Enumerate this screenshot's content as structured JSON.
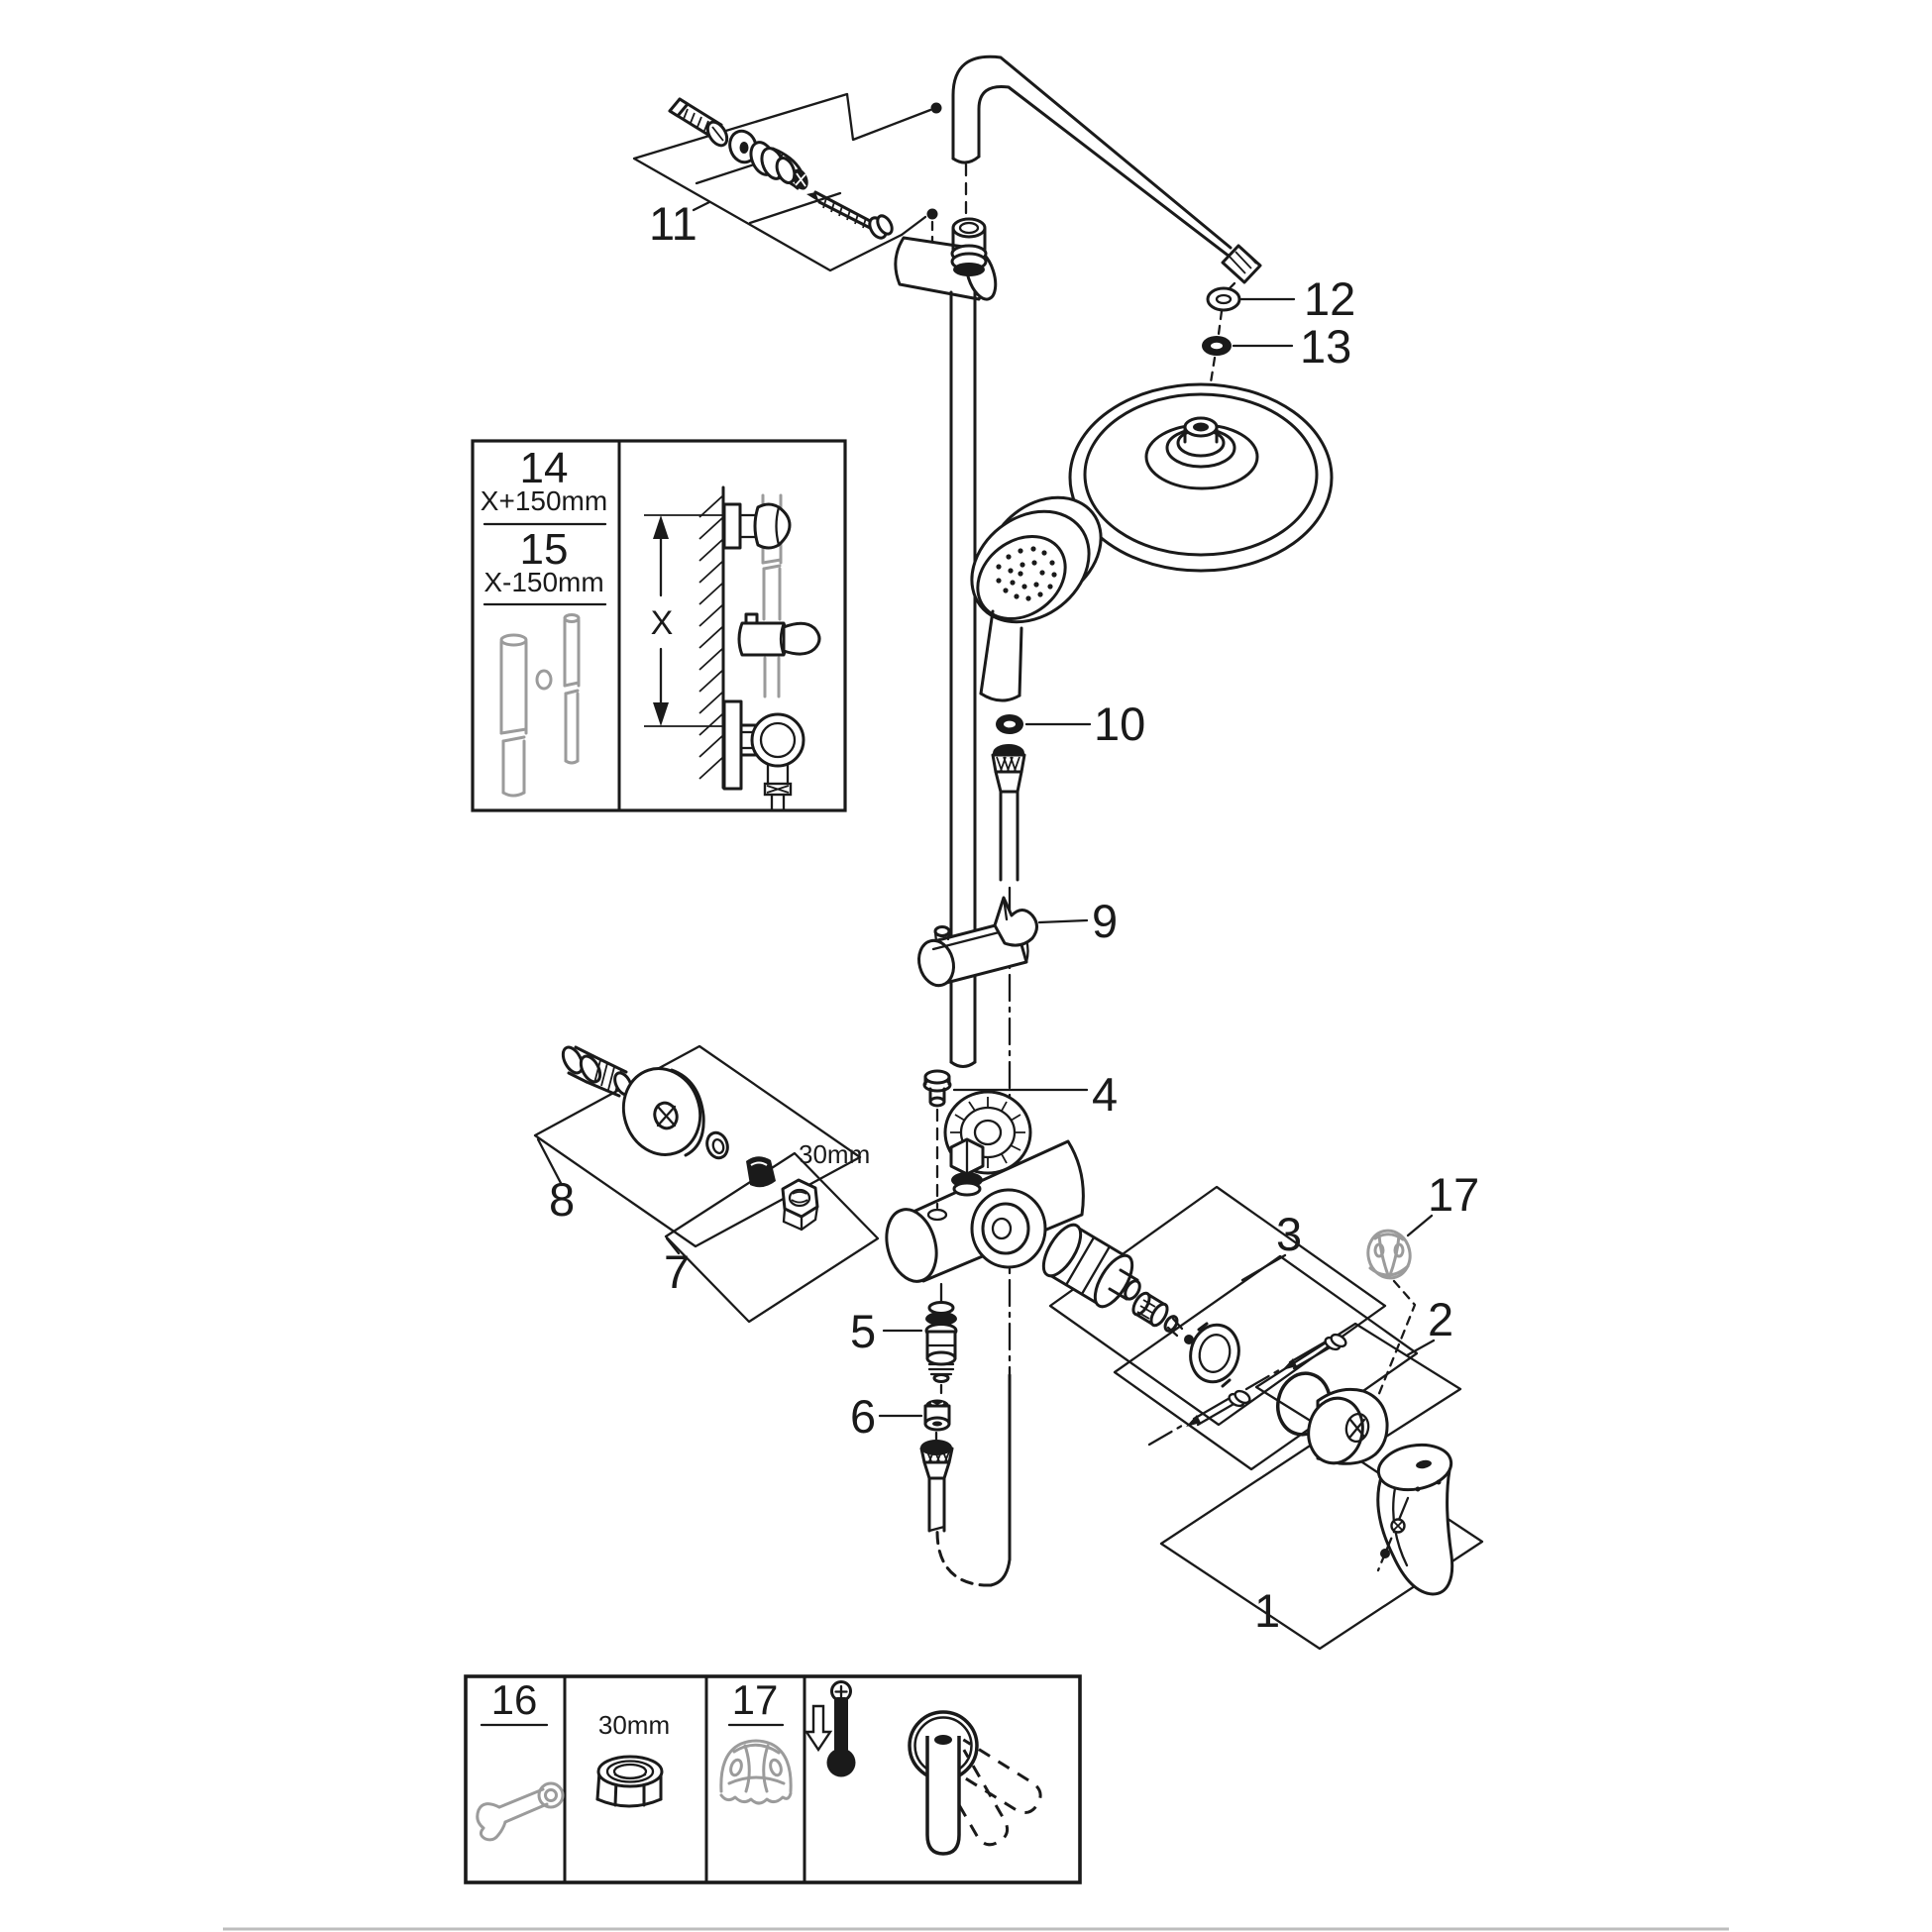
{
  "page": {
    "type": "exploded-parts-diagram",
    "subject": "Shower system with mixer, shower rail, head shower and hand shower",
    "background": "#ffffff"
  },
  "colors": {
    "line": "#1a1a1a",
    "gray": "#9b9b9b",
    "separator": "#bdbdbd"
  },
  "callouts": {
    "c1": "1",
    "c2": "2",
    "c3": "3",
    "c4": "4",
    "c5": "5",
    "c6": "6",
    "c7": "7",
    "c8": "8",
    "c9": "9",
    "c10": "10",
    "c11": "11",
    "c12": "12",
    "c13": "13",
    "c17": "17"
  },
  "annotations": {
    "nut_size": "30mm"
  },
  "inset": {
    "row14": {
      "num": "14",
      "dim": "X+150mm"
    },
    "row15": {
      "num": "15",
      "dim": "X-150mm"
    },
    "dim_label": "X"
  },
  "legend": {
    "tool": {
      "num": "16",
      "icon": "open-end-wrench-icon"
    },
    "nut": {
      "size": "30mm",
      "icon": "hex-nut-icon"
    },
    "cap": {
      "num": "17",
      "icon": "gray-cap-icon"
    },
    "temp": {
      "icon_thermo": "thermometer-colder-icon",
      "icon_handle": "lever-swing-icon"
    }
  }
}
